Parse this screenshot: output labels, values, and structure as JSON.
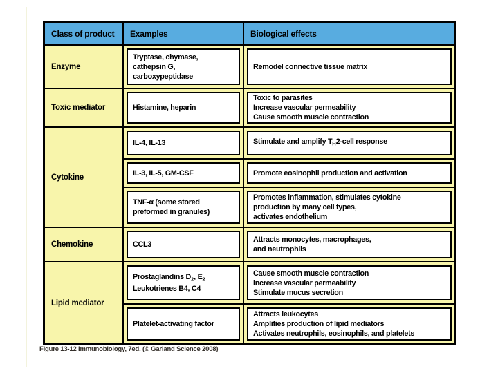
{
  "figure": {
    "caption": "Figure 13-12 Immunobiology, 7ed. (© Garland Science 2008)"
  },
  "colors": {
    "header_blue": "#58ace0",
    "cell_yellow": "#f8f5ab",
    "border_black": "#000000"
  },
  "table": {
    "headers": [
      "Class of product",
      "Examples",
      "Biological effects"
    ],
    "rows": [
      {
        "class_label": "Enzyme",
        "examples": "Tryptase, chymase,\ncathepsin G,\ncarboxypeptidase",
        "effects": "Remodel connective tissue matrix"
      },
      {
        "class_label": "Toxic mediator",
        "examples": "Histamine, heparin",
        "effects": "Toxic to parasites\nIncrease vascular permeability\nCause smooth muscle contraction"
      },
      {
        "class_label": "Cytokine",
        "sub_rows": [
          {
            "examples": "IL-4, IL-13",
            "effects_parts": {
              "pre": "Stimulate and amplify T",
              "sub": "H",
              "post": "2-cell response"
            }
          },
          {
            "examples": "IL-3, IL-5, GM-CSF",
            "effects": "Promote eosinophil production and activation"
          },
          {
            "examples": "TNF-α (some stored\npreformed in granules)",
            "effects": "Promotes inflammation, stimulates cytokine\nproduction by many cell types,\nactivates endothelium"
          }
        ]
      },
      {
        "class_label": "Chemokine",
        "examples": "CCL3",
        "effects": "Attracts monocytes, macrophages,\nand neutrophils"
      },
      {
        "class_label": "Lipid mediator",
        "sub_rows": [
          {
            "examples_parts": {
              "line1_pre": "Prostaglandins D",
              "line1_sub1": "2",
              "line1_mid": ", E",
              "line1_sub2": "2",
              "line2": "Leukotrienes B4, C4"
            },
            "effects": "Cause smooth muscle contraction\nIncrease vascular permeability\nStimulate mucus secretion"
          },
          {
            "examples": "Platelet-activating factor",
            "effects": "Attracts leukocytes\nAmplifies production of lipid mediators\nActivates neutrophils, eosinophils, and platelets"
          }
        ]
      }
    ]
  }
}
